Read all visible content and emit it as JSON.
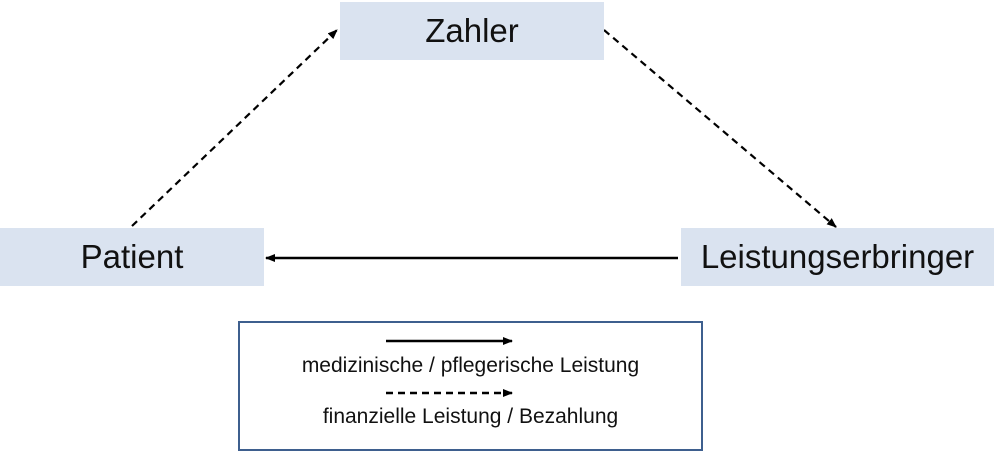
{
  "nodes": {
    "payer": "Zahler",
    "patient": "Patient",
    "provider": "Leistungserbringer"
  },
  "edges": [
    {
      "from": "patient",
      "to": "payer",
      "style": "dashed"
    },
    {
      "from": "payer",
      "to": "provider",
      "style": "dashed"
    },
    {
      "from": "provider",
      "to": "patient",
      "style": "solid"
    }
  ],
  "legend": {
    "solid_label": "medizinische / pflegerische Leistung",
    "dashed_label": "finanzielle Leistung / Bezahlung"
  },
  "colors": {
    "node_fill": "#dae3f0",
    "legend_border": "#3e5f8e",
    "arrow": "#000000"
  }
}
